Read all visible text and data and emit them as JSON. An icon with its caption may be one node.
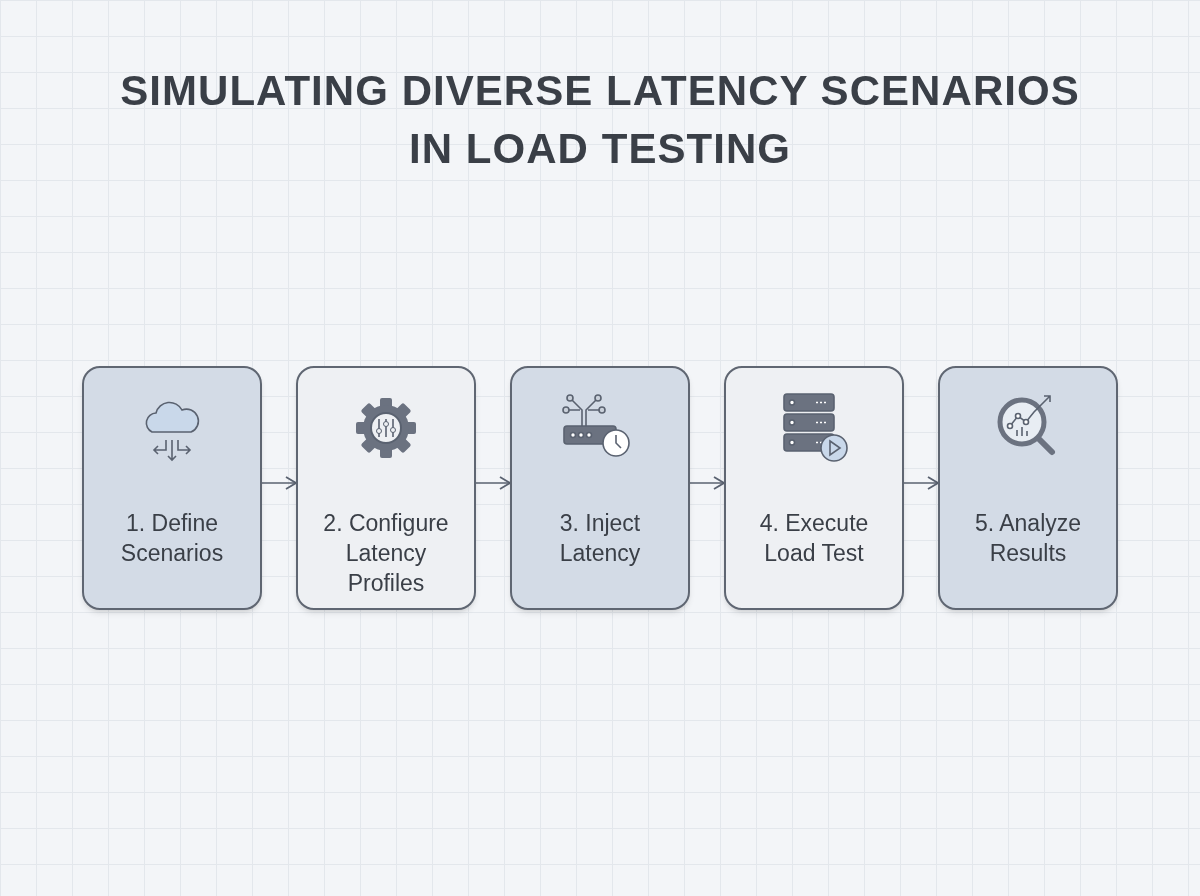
{
  "diagram": {
    "title": "SIMULATING DIVERSE LATENCY SCENARIOS IN LOAD TESTING",
    "nodes": [
      {
        "text": [
          "1. Define Scenarios"
        ]
      },
      {
        "text": [
          "2. Configure Latency Profiles"
        ]
      },
      {
        "text": [
          "3. Inject Latency"
        ]
      },
      {
        "text": [
          "4. Execute Load Test"
        ]
      },
      {
        "text": [
          "5. Analyze Results"
        ]
      }
    ],
    "edges": [
      {
        "from": 0,
        "to": 1,
        "arrow": "to"
      },
      {
        "from": 1,
        "to": 2,
        "arrow": "to"
      },
      {
        "from": 2,
        "to": 3,
        "arrow": "to"
      },
      {
        "from": 3,
        "to": 4,
        "arrow": "to"
      }
    ]
  }
}
